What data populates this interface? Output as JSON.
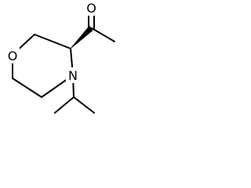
{
  "molecule": {
    "atoms": {
      "ring_oxygen": "O",
      "ring_nitrogen": "N",
      "carbonyl_oxygen": "O"
    },
    "ink_color": "#000000",
    "background_color": "#ffffff"
  }
}
